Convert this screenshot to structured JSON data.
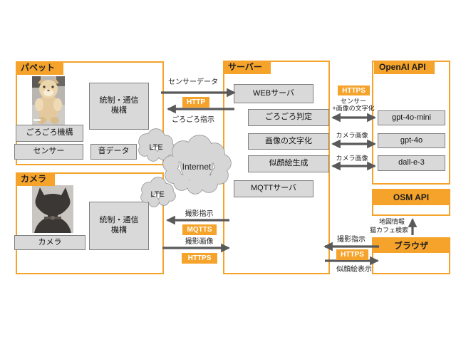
{
  "colors": {
    "accent_orange": "#F5A32A",
    "box_gray": "#D9D9D9",
    "box_border": "#808080",
    "arrow_gray": "#595959"
  },
  "puppet": {
    "title": "パペット",
    "photo": "plush-cat-puppet-photo",
    "control": {
      "line1": "統制・通信",
      "line2": "機構"
    },
    "purr_unit": "ごろごろ機構",
    "sensor": "センサー",
    "sound_data": "音データ"
  },
  "camera": {
    "title": "カメラ",
    "photo": "black-cat-silhouette-photo",
    "control": {
      "line1": "統制・通信",
      "line2": "機構"
    },
    "camera_unit": "カメラ"
  },
  "server": {
    "title": "サーバー",
    "web": "WEBサーバ",
    "purr_judge": "ごろごろ判定",
    "image_to_text": "画像の文字化",
    "portrait_gen": "似顔絵生成",
    "mqtt": "MQTTサーバ"
  },
  "openai": {
    "title": "OpenAI API",
    "gpt_4o_mini": "gpt-4o-mini",
    "gpt_4o": "gpt-4o",
    "dall_e_3": "dall-e-3"
  },
  "osm": {
    "title": "OSM API"
  },
  "browser": {
    "title": "ブラウザ"
  },
  "clouds": {
    "lte_upper": "LTE",
    "lte_lower": "LTE",
    "internet": "Internet"
  },
  "links": {
    "sensor_data": "センサーデータ",
    "http": "HTTP",
    "purr_cmd": "ごろごろ指示",
    "shoot_cmd_camera": "撮影指示",
    "mqtts": "MQTTS",
    "shoot_image": "撮影画像",
    "https_camera": "HTTPS",
    "https_openai": "HTTPS",
    "sensor_sum_1": "センサー",
    "sensor_sum_2": "+画像の文字化",
    "camera_image_1": "カメラ画像",
    "camera_image_2": "カメラ画像",
    "shoot_cmd_browser": "撮影指示",
    "https_browser": "HTTPS",
    "portrait_display": "似顔絵表示",
    "map_info": "地図情報",
    "cat_cafe_search": "猫カフェ検索"
  }
}
